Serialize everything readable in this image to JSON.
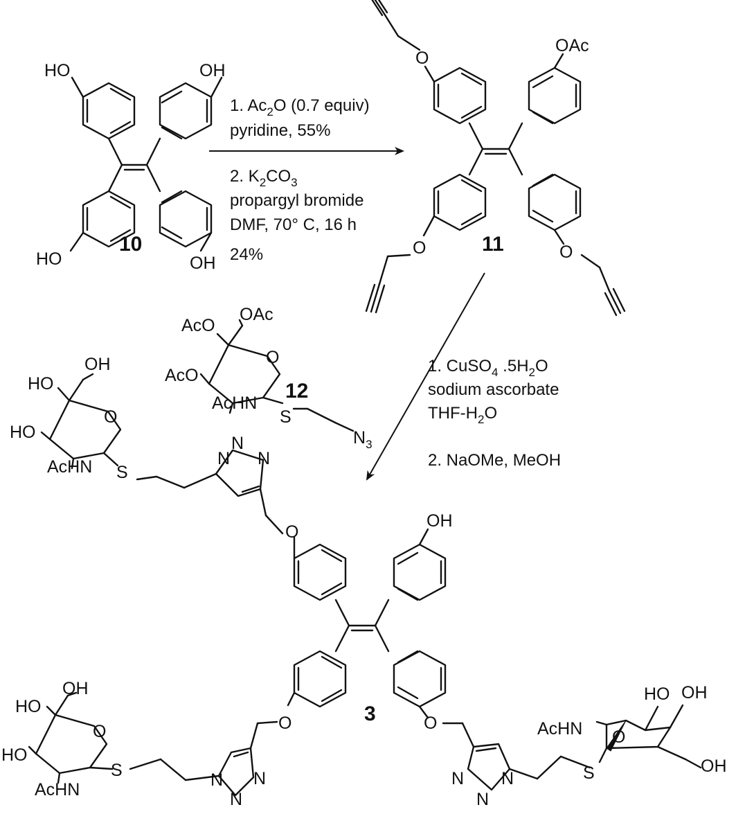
{
  "compounds": {
    "c10": "10",
    "c11": "11",
    "c12": "12",
    "c3": "3"
  },
  "atoms": {
    "HO": "HO",
    "OH": "OH",
    "O": "O",
    "OAc": "OAc",
    "AcO": "AcO",
    "AcHN": "AcHN",
    "S": "S",
    "N": "N",
    "N3": "N",
    "N3_sub": "3"
  },
  "step1": {
    "line1_pre": "1. Ac",
    "line1_sub": "2",
    "line1_post": "O (0.7 equiv)",
    "line2": "pyridine, 55%",
    "line3_pre": "2.  K",
    "line3_sub1": "2",
    "line3_mid": "CO",
    "line3_sub2": "3",
    "line4": "propargyl bromide",
    "line5": "DMF, 70° C, 16 h",
    "line6": "24%"
  },
  "step2": {
    "line1_pre": "1. CuSO",
    "line1_sub": "4",
    "line1_mid": " .5H",
    "line1_sub2": "2",
    "line1_post": "O",
    "line2": "sodium ascorbate",
    "line3_pre": "THF-H",
    "line3_sub": "2",
    "line3_post": "O",
    "line4": "2. NaOMe, MeOH"
  }
}
